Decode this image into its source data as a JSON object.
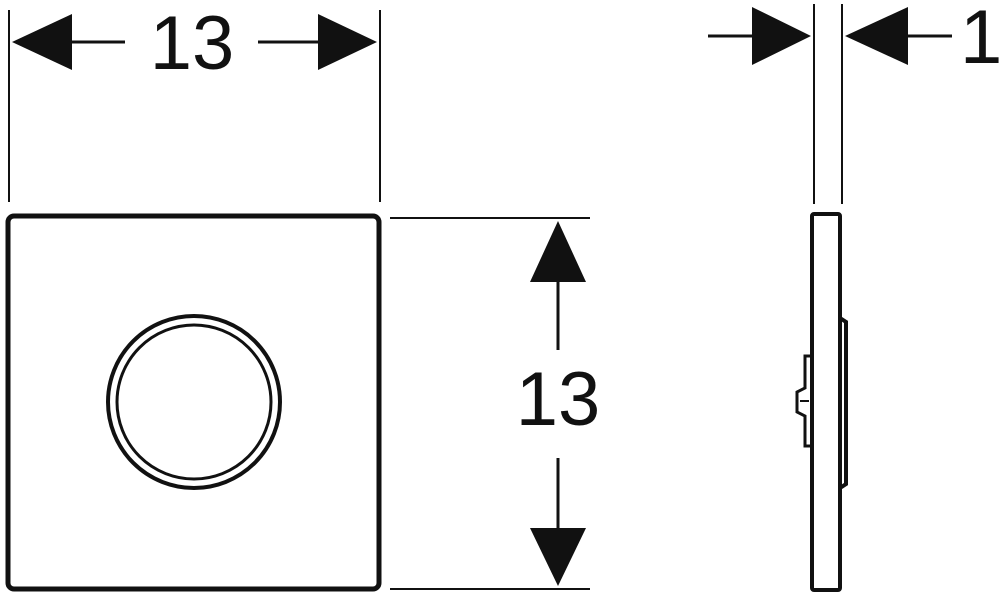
{
  "dimensions": {
    "width_label": "13",
    "height_label": "13",
    "depth_label": "1"
  },
  "colors": {
    "line": "#111111",
    "background": "#ffffff"
  }
}
